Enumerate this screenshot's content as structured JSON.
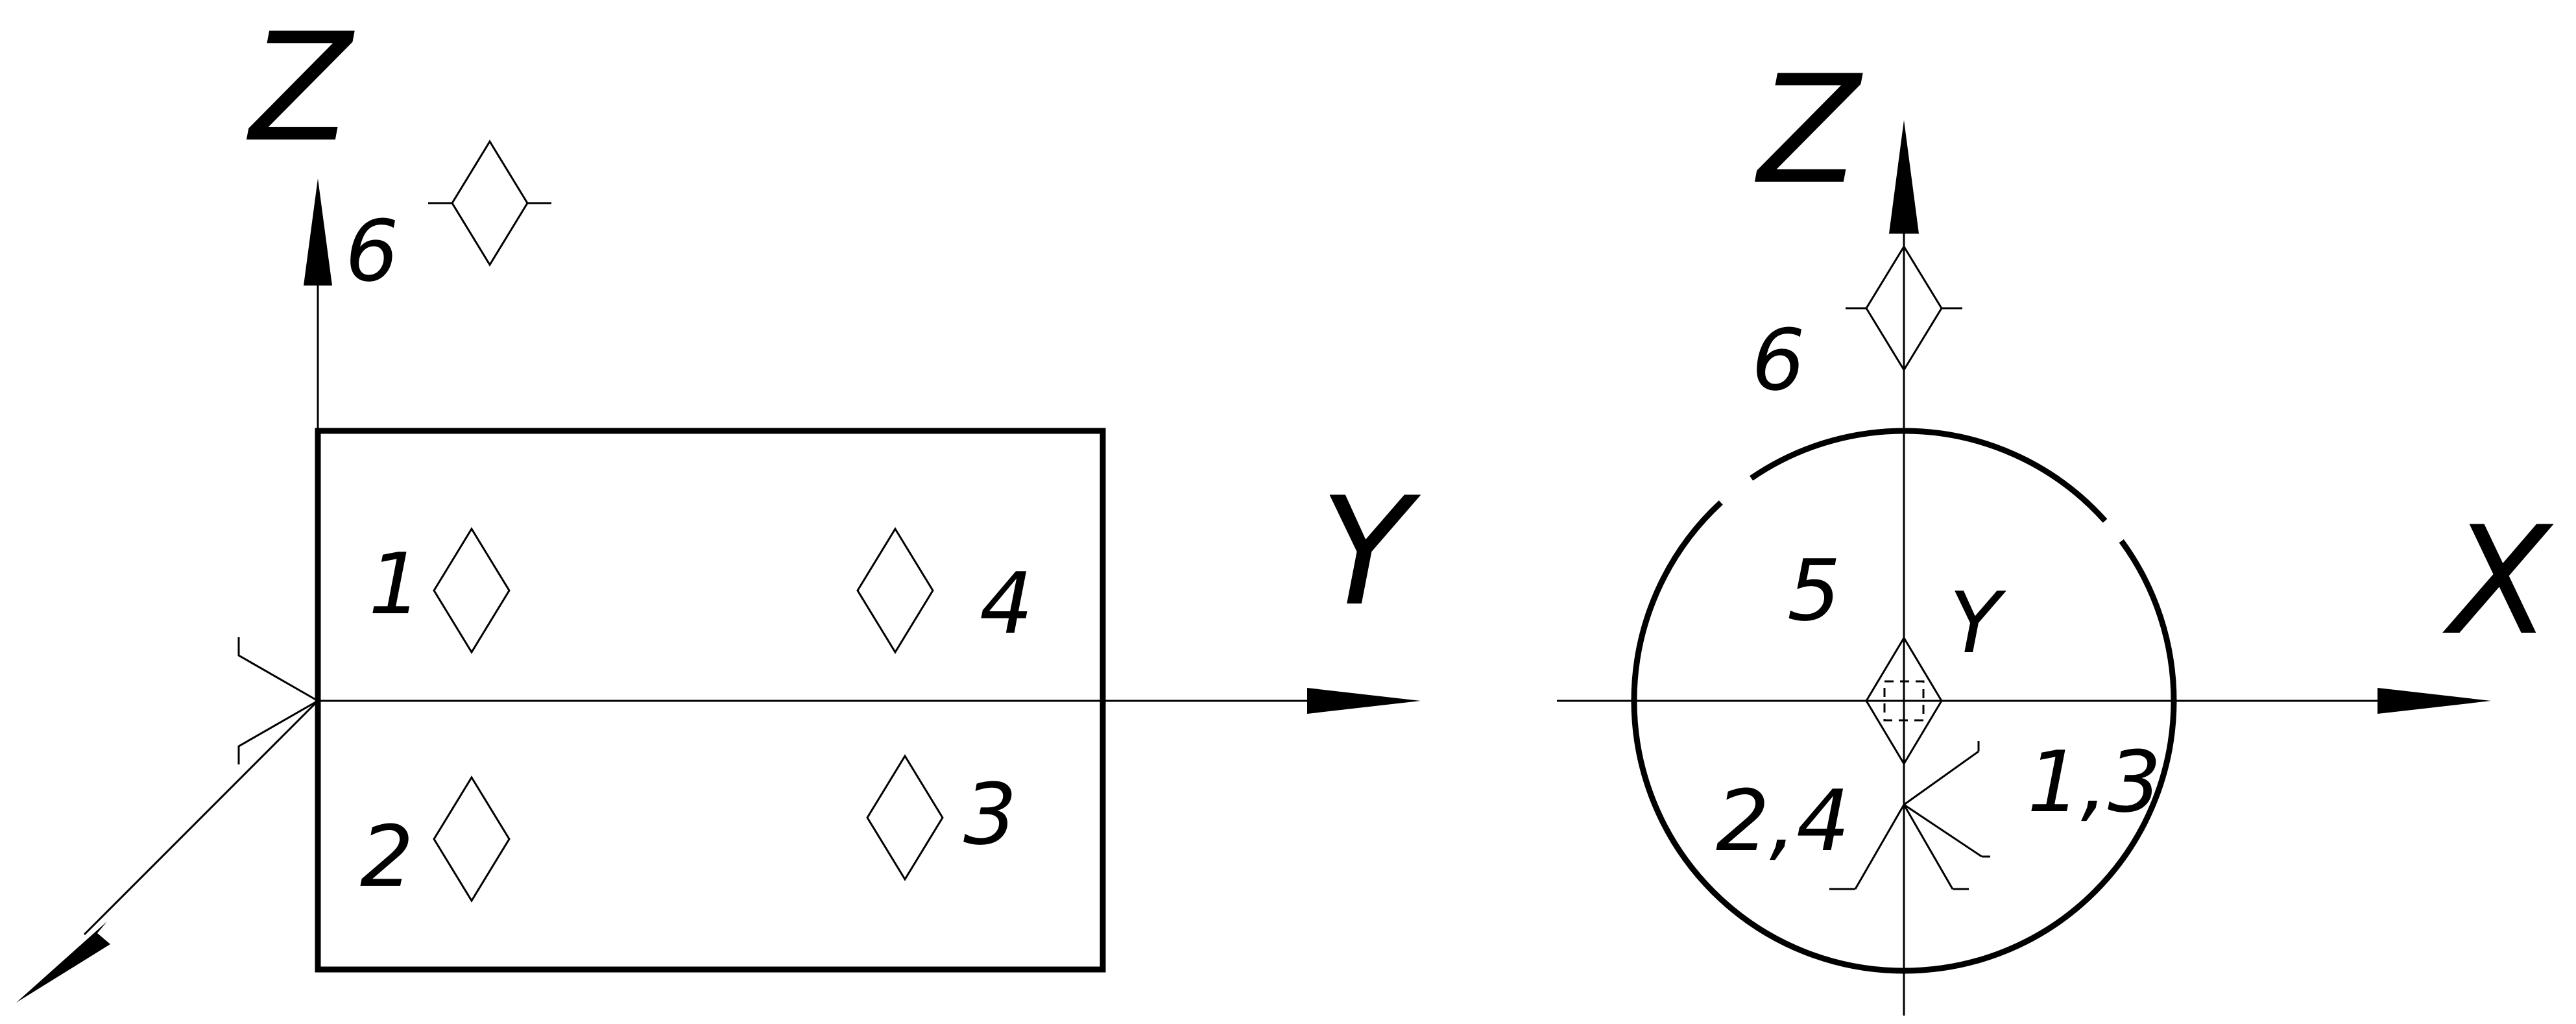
{
  "front_view": {
    "axis_z": "Z",
    "axis_y": "Y",
    "points": {
      "p1": "1",
      "p2": "2",
      "p3": "3",
      "p4": "4",
      "p6": "6"
    }
  },
  "side_view": {
    "axis_z": "Z",
    "axis_x": "X",
    "points": {
      "p5": "5",
      "p6": "6",
      "y": "Y",
      "p24": "2,4",
      "p13": "1,3"
    }
  }
}
